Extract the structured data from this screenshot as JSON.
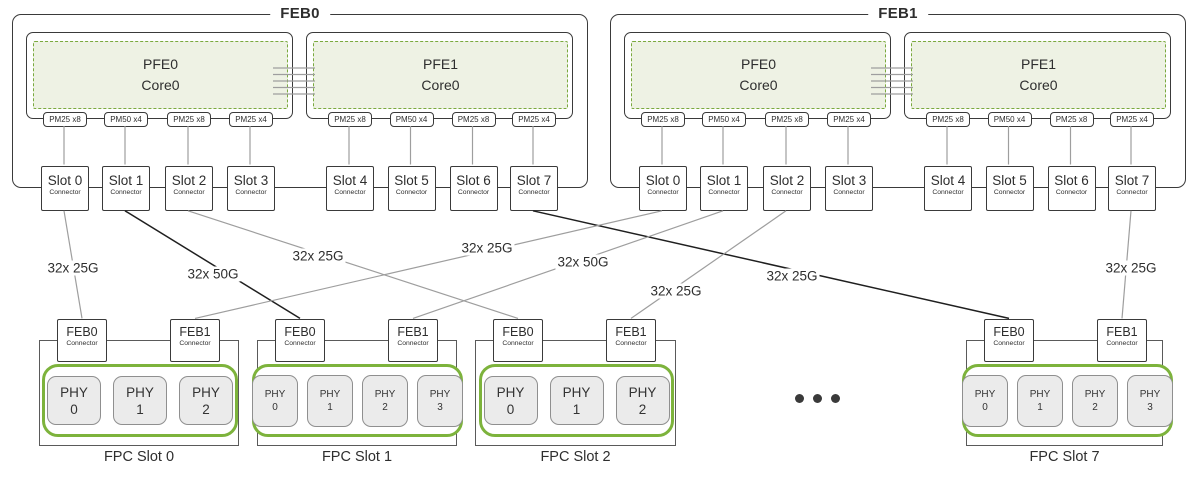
{
  "colors": {
    "box_border": "#3a3a3a",
    "line_gray": "#9e9e9e",
    "line_dark": "#1f1f1f",
    "green_dashed": "#7aa93e",
    "green_fill": "#eef2e4",
    "green_thick": "#7db33c",
    "chip_fill": "#ebebeb",
    "chip_border": "#8f8f8f",
    "text": "#2e2e2e"
  },
  "febs": [
    {
      "label": "FEB0",
      "pfes": [
        {
          "name": "PFE0",
          "core": "Core0",
          "pms": [
            "PM25 x8",
            "PM50 x4",
            "PM25 x8",
            "PM25 x4"
          ]
        },
        {
          "name": "PFE1",
          "core": "Core0",
          "pms": [
            "PM25 x8",
            "PM50 x4",
            "PM25 x8",
            "PM25 x4"
          ]
        }
      ],
      "slots": [
        {
          "title": "Slot 0",
          "subtitle": "Connector"
        },
        {
          "title": "Slot 1",
          "subtitle": "Connector"
        },
        {
          "title": "Slot 2",
          "subtitle": "Connector"
        },
        {
          "title": "Slot 3",
          "subtitle": "Connector"
        },
        {
          "title": "Slot 4",
          "subtitle": "Connector"
        },
        {
          "title": "Slot 5",
          "subtitle": "Connector"
        },
        {
          "title": "Slot 6",
          "subtitle": "Connector"
        },
        {
          "title": "Slot 7",
          "subtitle": "Connector"
        }
      ]
    },
    {
      "label": "FEB1",
      "pfes": [
        {
          "name": "PFE0",
          "core": "Core0",
          "pms": [
            "PM25 x8",
            "PM50 x4",
            "PM25 x8",
            "PM25 x4"
          ]
        },
        {
          "name": "PFE1",
          "core": "Core0",
          "pms": [
            "PM25 x8",
            "PM50 x4",
            "PM25 x8",
            "PM25 x4"
          ]
        }
      ],
      "slots": [
        {
          "title": "Slot 0",
          "subtitle": "Connector"
        },
        {
          "title": "Slot 1",
          "subtitle": "Connector"
        },
        {
          "title": "Slot 2",
          "subtitle": "Connector"
        },
        {
          "title": "Slot 3",
          "subtitle": "Connector"
        },
        {
          "title": "Slot 4",
          "subtitle": "Connector"
        },
        {
          "title": "Slot 5",
          "subtitle": "Connector"
        },
        {
          "title": "Slot 6",
          "subtitle": "Connector"
        },
        {
          "title": "Slot 7",
          "subtitle": "Connector"
        }
      ]
    }
  ],
  "fpcs": [
    {
      "label": "FPC Slot 0",
      "connectors": [
        {
          "title": "FEB0",
          "subtitle": "Connector"
        },
        {
          "title": "FEB1",
          "subtitle": "Connector"
        }
      ],
      "phys": [
        {
          "name": "PHY",
          "num": "0"
        },
        {
          "name": "PHY",
          "num": "1"
        },
        {
          "name": "PHY",
          "num": "2"
        }
      ]
    },
    {
      "label": "FPC Slot 1",
      "connectors": [
        {
          "title": "FEB0",
          "subtitle": "Connector"
        },
        {
          "title": "FEB1",
          "subtitle": "Connector"
        }
      ],
      "phys": [
        {
          "name": "PHY",
          "num": "0"
        },
        {
          "name": "PHY",
          "num": "1"
        },
        {
          "name": "PHY",
          "num": "2"
        },
        {
          "name": "PHY",
          "num": "3"
        }
      ]
    },
    {
      "label": "FPC Slot 2",
      "connectors": [
        {
          "title": "FEB0",
          "subtitle": "Connector"
        },
        {
          "title": "FEB1",
          "subtitle": "Connector"
        }
      ],
      "phys": [
        {
          "name": "PHY",
          "num": "0"
        },
        {
          "name": "PHY",
          "num": "1"
        },
        {
          "name": "PHY",
          "num": "2"
        }
      ]
    },
    {
      "label": "FPC Slot 7",
      "connectors": [
        {
          "title": "FEB0",
          "subtitle": "Connector"
        },
        {
          "title": "FEB1",
          "subtitle": "Connector"
        }
      ],
      "phys": [
        {
          "name": "PHY",
          "num": "0"
        },
        {
          "name": "PHY",
          "num": "1"
        },
        {
          "name": "PHY",
          "num": "2"
        },
        {
          "name": "PHY",
          "num": "3"
        }
      ]
    }
  ],
  "links": [
    {
      "from_feb": 0,
      "from_slot": 0,
      "to_fpc": 0,
      "to_connector": 0,
      "label": "32x 25G",
      "emphasized": false
    },
    {
      "from_feb": 0,
      "from_slot": 1,
      "to_fpc": 1,
      "to_connector": 0,
      "label": "32x 50G",
      "emphasized": true
    },
    {
      "from_feb": 0,
      "from_slot": 2,
      "to_fpc": 2,
      "to_connector": 0,
      "label": "32x 25G",
      "emphasized": false
    },
    {
      "from_feb": 0,
      "from_slot": 7,
      "to_fpc": 3,
      "to_connector": 0,
      "label": "32x 25G",
      "emphasized": true
    },
    {
      "from_feb": 1,
      "from_slot": 0,
      "to_fpc": 0,
      "to_connector": 1,
      "label": "32x 25G",
      "emphasized": false
    },
    {
      "from_feb": 1,
      "from_slot": 1,
      "to_fpc": 1,
      "to_connector": 1,
      "label": "32x 50G",
      "emphasized": false
    },
    {
      "from_feb": 1,
      "from_slot": 2,
      "to_fpc": 2,
      "to_connector": 1,
      "label": "32x 25G",
      "emphasized": false
    },
    {
      "from_feb": 1,
      "from_slot": 7,
      "to_fpc": 3,
      "to_connector": 1,
      "label": "32x 25G",
      "emphasized": false
    }
  ],
  "pfe_interconnect_line_count": 5,
  "ellipsis_dot_count": 3
}
